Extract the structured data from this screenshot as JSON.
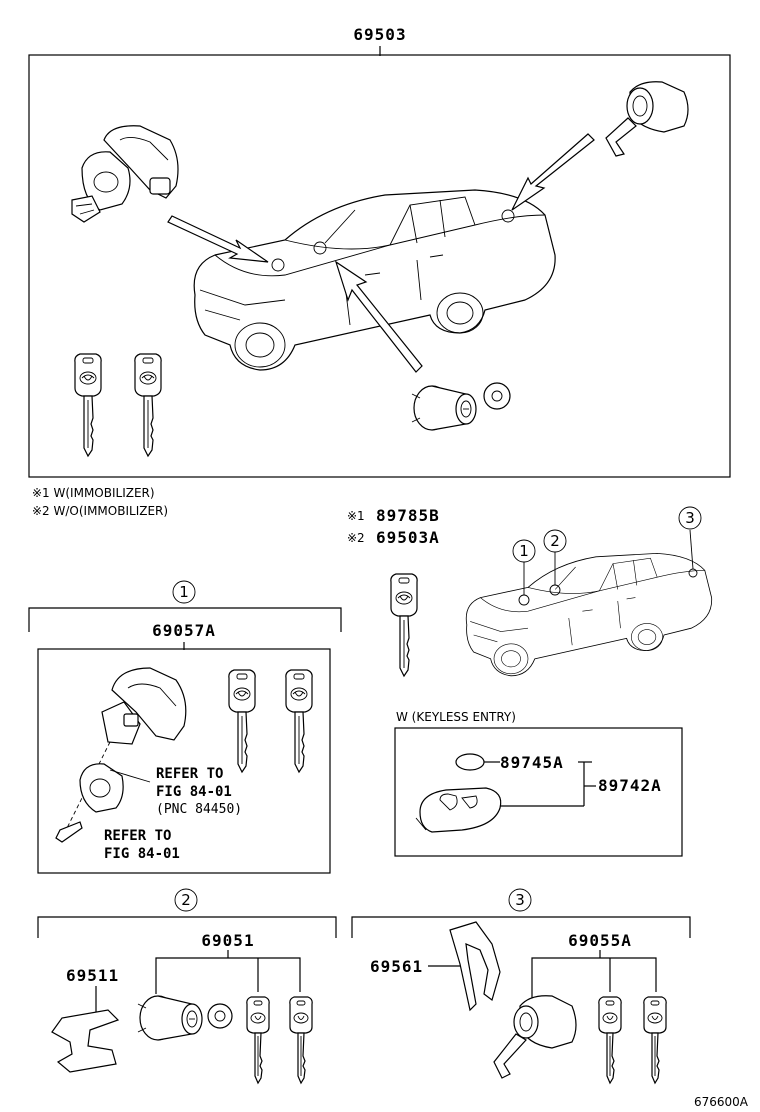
{
  "main": {
    "part_number": "69503",
    "footnotes": [
      "※1 W(IMMOBILIZER)",
      "※2 W/O(IMMOBILIZER)"
    ]
  },
  "key_blank": {
    "mark1": "※1",
    "mark2": "※2",
    "part_immobilizer": "89785B",
    "part_no_immobilizer": "69503A"
  },
  "callouts": [
    "1",
    "2",
    "3"
  ],
  "group1": {
    "part_number": "69057A",
    "refer1": [
      "REFER TO",
      "FIG 84-01",
      "(PNC 84450)"
    ],
    "refer2": [
      "REFER TO",
      "FIG 84-01"
    ]
  },
  "keyless": {
    "title": "W (KEYLESS ENTRY)",
    "battery_part": "89745A",
    "transmitter_part": "89742A"
  },
  "group2": {
    "part_number": "69051",
    "cover_part": "69511"
  },
  "group3": {
    "part_number": "69055A",
    "rod_part": "69561"
  },
  "figure_code": "676600A"
}
